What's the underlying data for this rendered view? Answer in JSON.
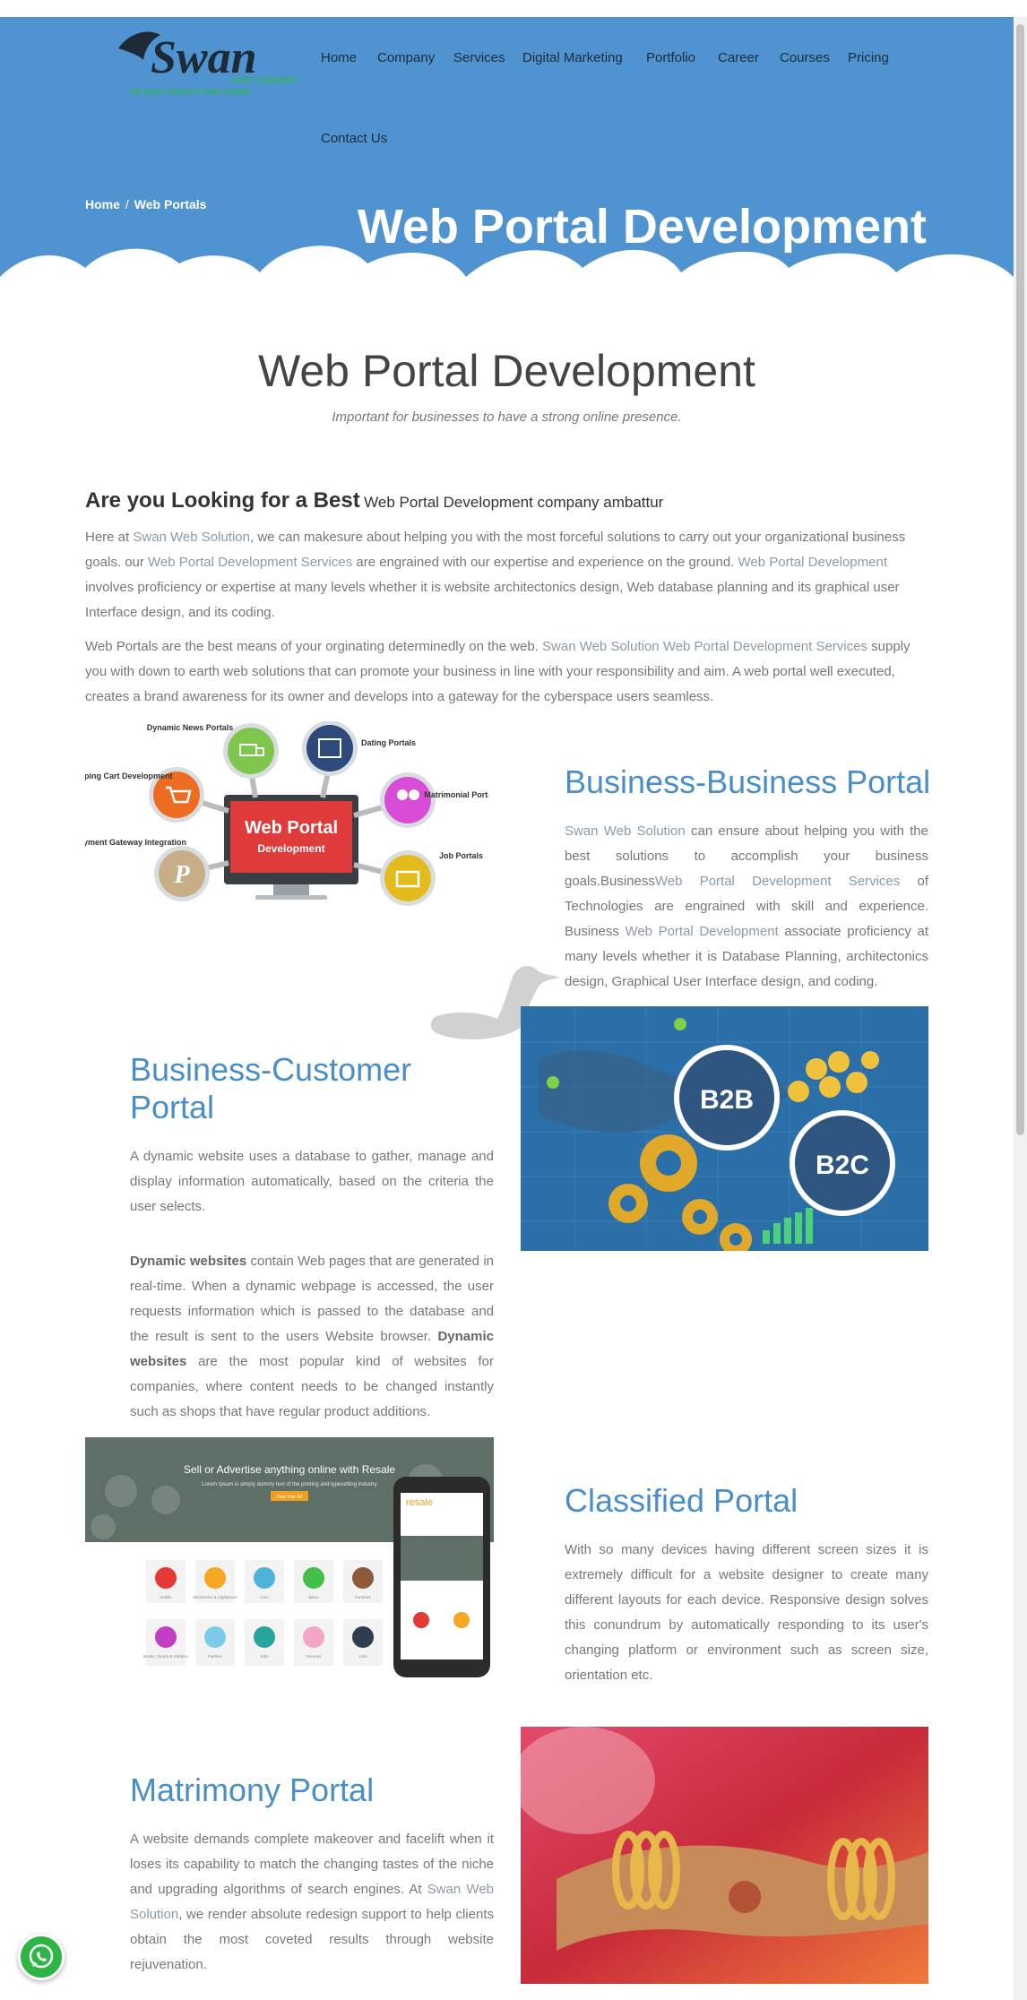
{
  "logo": {
    "brand": "Swan",
    "tagline_small": "web solution",
    "slogan": "We Keep it Simple to Make it Better"
  },
  "nav": {
    "items": [
      "Home",
      "Company",
      "Services",
      "Digital Marketing",
      "Portfolio",
      "Career",
      "Courses",
      "Pricing",
      "Contact Us"
    ]
  },
  "breadcrumb": {
    "home": "Home",
    "sep": "/",
    "current": "Web Portals"
  },
  "hero": {
    "title": "Web Portal Development"
  },
  "intro": {
    "title": "Web Portal Development",
    "subtitle": "Important for businesses to have a strong online presence."
  },
  "looking": {
    "big": "Are you Looking for a Best",
    "small": "Web Portal Development company ambattur"
  },
  "para1": {
    "t1": "Here at ",
    "h1": "Swan Web Solution",
    "t2": ", we can makesure about helping you with the most forceful solutions to carry out your organizational business goals. our ",
    "h2": "Web Portal Development Services",
    "t3": " are engrained with our expertise and experience on the ground. ",
    "h3": "Web Portal Development",
    "t4": " involves proficiency or expertise at many levels whether it is website architectonics design, Web database planning and its graphical user Interface design, and its coding."
  },
  "para2": {
    "t1": "Web Portals are the best means of your orginating determinedly on the web. ",
    "h1": "Swan Web Solution Web Portal Development Services",
    "t2": " supply you with down to earth web solutions that can promote your business in line with your responsibility and aim. A web portal well executed, creates a brand awareness for its owner and develops into a gateway for the cyberspace users seamless."
  },
  "portal_diagram": {
    "center_title": "Web Portal",
    "center_sub": "Development",
    "labels": {
      "news": "Dynamic News Portals",
      "dating": "Dating Portals",
      "shopping": "Shopping Cart Development",
      "matrimonial": "Matrimonial Portals",
      "payment": "Payment Gateway Integration",
      "job": "Job Portals"
    }
  },
  "b2b": {
    "title": "Business-Business Portal",
    "h1": "Swan Web Solution",
    "t1": " can ensure about helping you with the best solutions to accomplish your business goals.Business",
    "h2": "Web Portal Development Services",
    "t2": " of Technologies are engrained with skill and experience. Business ",
    "h3": "Web Portal Development",
    "t3": " associate proficiency at many levels whether it is Database Planning, architectonics design, Graphical User Interface design, and coding."
  },
  "b2b_image": {
    "b2b": "B2B",
    "b2c": "B2C"
  },
  "b2c": {
    "title": "Business-Customer Portal",
    "p1": "A dynamic website uses a database to gather, manage and display information automatically, based on the criteria the user selects.",
    "b1": "Dynamic websites",
    "t1": " contain Web pages that are generated in real-time. When a dynamic webpage is accessed, the user requests information which is passed to the database and the result is sent to the users Website browser. ",
    "b2": "Dynamic websites",
    "t2": " are the most popular kind of websites for companies, where content needs to be changed instantly such as shops that have regular product additions."
  },
  "resale_image": {
    "banner": "Sell or Advertise anything online with Resale",
    "banner_sub": "Lorem Ipsum is simply dummy text of the printing and typesetting industry",
    "button": "Post Your Ad",
    "phone_logo": "resale",
    "icons": [
      "Mobile",
      "Electronics & Appliances",
      "Cars",
      "Bikes",
      "Furniture",
      "Books, Sports & Hobbies",
      "Fashion",
      "Kids",
      "Services",
      "Jobs"
    ]
  },
  "classified": {
    "title": "Classified Portal",
    "body": "With so many devices having different screen sizes it is extremely difficult for a website designer to create many different layouts for each device. Responsive design solves this conundrum by automatically responding to its user's changing platform or environment such as screen size, orientation etc."
  },
  "matrimony": {
    "title": "Matrimony Portal",
    "t1": "A website demands complete makeover and facelift when it loses its capability to match the changing tastes of the niche and upgrading algorithms of search engines. At ",
    "h1": "Swan Web Solution",
    "t2": ", we render absolute redesign support to help clients obtain the most coveted results through website rejuvenation."
  },
  "colors": {
    "hero_blue": "#4f94d0",
    "accent": "#4a8ec9",
    "text": "#777777",
    "whatsapp": "#2fb546"
  },
  "icons": [
    "whatsapp-icon",
    "swan-watermark-icon",
    "cart-icon",
    "truck-icon",
    "calendar-icon",
    "couple-icon",
    "paypal-icon",
    "briefcase-icon",
    "gear-icon",
    "coin-icon"
  ]
}
